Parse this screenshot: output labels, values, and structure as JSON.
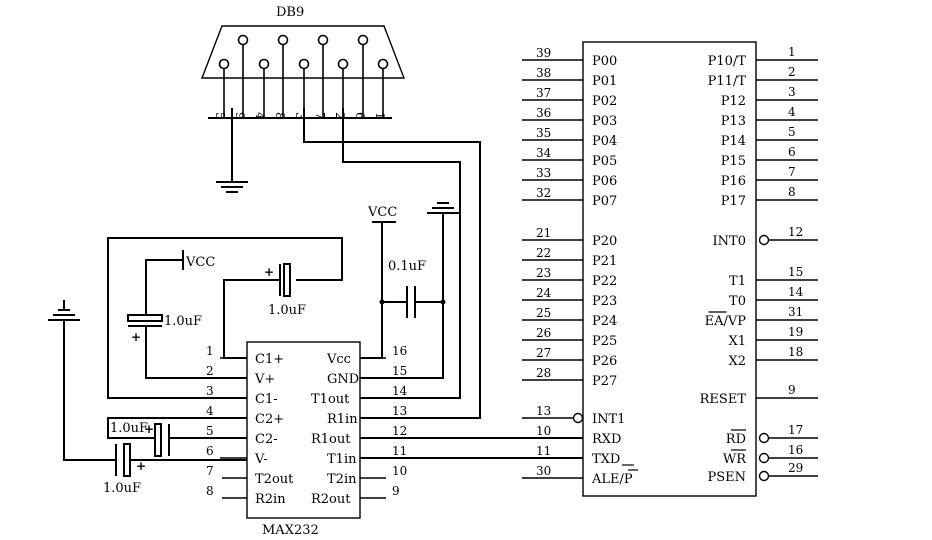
{
  "connector": {
    "title": "DB9",
    "pin_numbers": [
      "5",
      "9",
      "4",
      "8",
      "3",
      "7",
      "2",
      "6",
      "1"
    ]
  },
  "supply_labels": {
    "vcc_top": "VCC",
    "vcc_left": "VCC"
  },
  "capacitors": {
    "c1": "1.0uF",
    "c_left": "1.0uF",
    "c_decouple": "0.1uF",
    "c_bottom_a": "1.0uF",
    "c_bottom_b": "1.0uF"
  },
  "max232": {
    "name": "MAX232",
    "left_pins": [
      {
        "num": "1",
        "name": "C1+"
      },
      {
        "num": "2",
        "name": "V+"
      },
      {
        "num": "3",
        "name": "C1-"
      },
      {
        "num": "4",
        "name": "C2+"
      },
      {
        "num": "5",
        "name": "C2-"
      },
      {
        "num": "6",
        "name": "V-"
      },
      {
        "num": "7",
        "name": "T2out"
      },
      {
        "num": "8",
        "name": "R2in"
      }
    ],
    "right_pins": [
      {
        "num": "16",
        "name": "Vcc"
      },
      {
        "num": "15",
        "name": "GND"
      },
      {
        "num": "14",
        "name": "T1out"
      },
      {
        "num": "13",
        "name": "R1in"
      },
      {
        "num": "12",
        "name": "R1out"
      },
      {
        "num": "11",
        "name": "T1in"
      },
      {
        "num": "10",
        "name": "T2in"
      },
      {
        "num": "9",
        "name": "R2out"
      }
    ]
  },
  "mcu": {
    "left_pins": [
      {
        "num": "39",
        "name": "P00"
      },
      {
        "num": "38",
        "name": "P01"
      },
      {
        "num": "37",
        "name": "P02"
      },
      {
        "num": "36",
        "name": "P03"
      },
      {
        "num": "35",
        "name": "P04"
      },
      {
        "num": "34",
        "name": "P05"
      },
      {
        "num": "33",
        "name": "P06"
      },
      {
        "num": "32",
        "name": "P07"
      },
      {
        "num": "21",
        "name": "P20"
      },
      {
        "num": "22",
        "name": "P21"
      },
      {
        "num": "23",
        "name": "P22"
      },
      {
        "num": "24",
        "name": "P23"
      },
      {
        "num": "25",
        "name": "P24"
      },
      {
        "num": "26",
        "name": "P25"
      },
      {
        "num": "27",
        "name": "P26"
      },
      {
        "num": "28",
        "name": "P27"
      },
      {
        "num": "13",
        "name": "INT1"
      },
      {
        "num": "10",
        "name": "RXD"
      },
      {
        "num": "11",
        "name": "TXD"
      },
      {
        "num": "30",
        "name": "ALE/P"
      }
    ],
    "right_pins": [
      {
        "num": "1",
        "name": "P10/T"
      },
      {
        "num": "2",
        "name": "P11/T"
      },
      {
        "num": "3",
        "name": "P12"
      },
      {
        "num": "4",
        "name": "P13"
      },
      {
        "num": "5",
        "name": "P14"
      },
      {
        "num": "6",
        "name": "P15"
      },
      {
        "num": "7",
        "name": "P16"
      },
      {
        "num": "8",
        "name": "P17"
      },
      {
        "num": "12",
        "name": "INT0"
      },
      {
        "num": "15",
        "name": "T1"
      },
      {
        "num": "14",
        "name": "T0"
      },
      {
        "num": "31",
        "name": "EA/VP"
      },
      {
        "num": "19",
        "name": "X1"
      },
      {
        "num": "18",
        "name": "X2"
      },
      {
        "num": "9",
        "name": "RESET"
      },
      {
        "num": "17",
        "name": "RD"
      },
      {
        "num": "16",
        "name": "WR"
      },
      {
        "num": "29",
        "name": "PSEN"
      }
    ]
  }
}
